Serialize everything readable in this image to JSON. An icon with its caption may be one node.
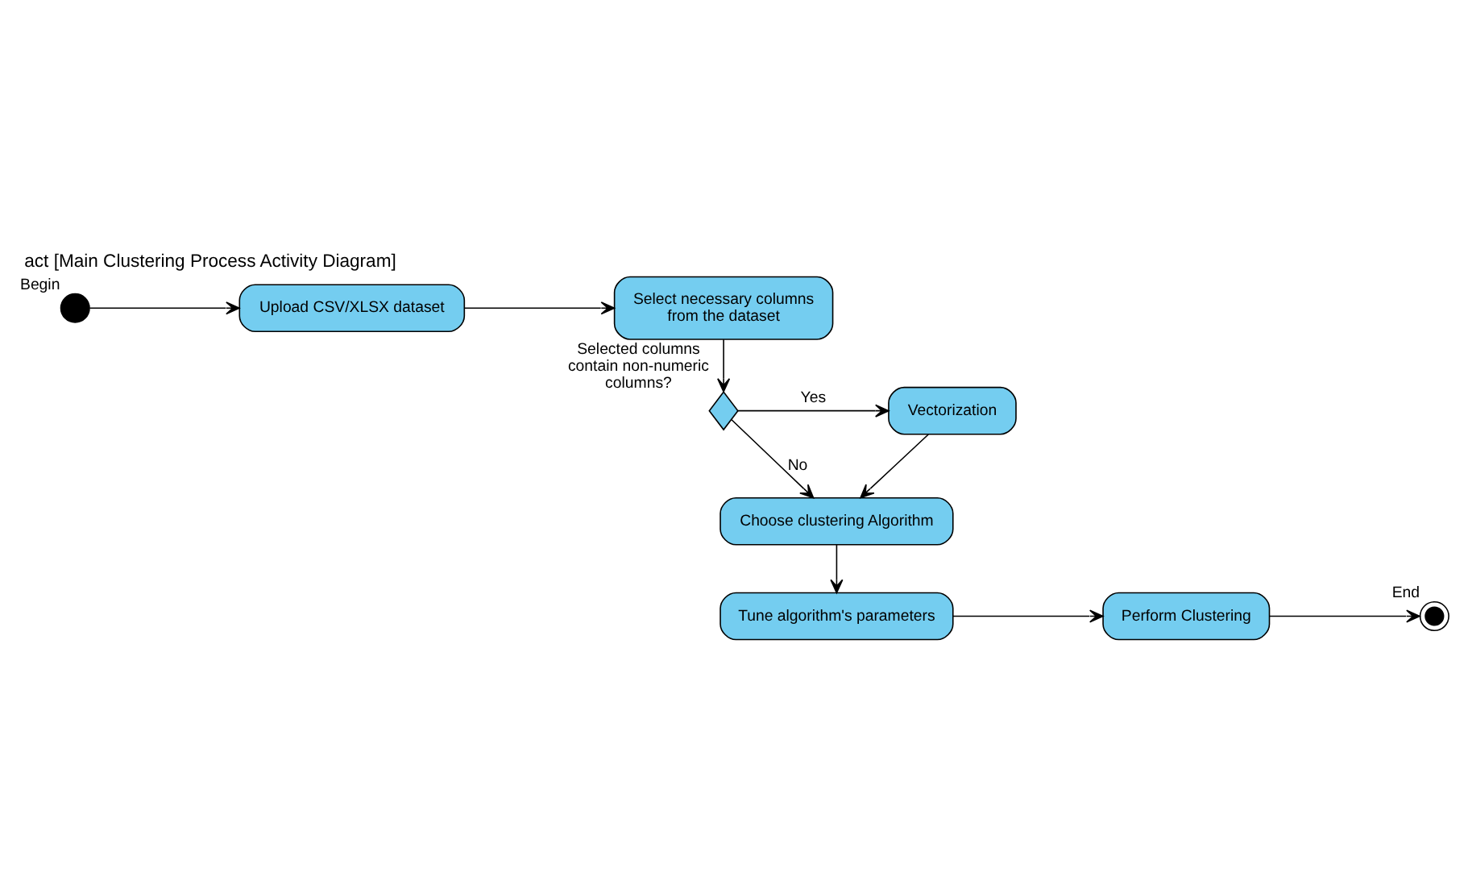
{
  "diagram": {
    "title": "act [Main Clustering Process Activity Diagram]",
    "nodes": [
      {
        "text": [],
        "shape": "circle",
        "beside": [
          "Begin"
        ]
      },
      {
        "text": [
          "Upload CSV/XLSX dataset"
        ]
      },
      {
        "text": [
          "Select necessary columns from the dataset"
        ]
      },
      {
        "text": [],
        "shape": "diamond",
        "beside": [
          "Selected columns contain non-numeric columns?"
        ]
      },
      {
        "text": [
          "Vectorization"
        ]
      },
      {
        "text": [
          "Choose clustering Algorithm"
        ]
      },
      {
        "text": [
          "Tune algorithm's parameters"
        ]
      },
      {
        "text": [
          "Perform Clustering"
        ]
      },
      {
        "text": [],
        "shape": "bullseye",
        "beside": [
          "End"
        ]
      }
    ],
    "edges": [
      {
        "from": 0,
        "to": 1,
        "arrow": "to"
      },
      {
        "from": 1,
        "to": 2,
        "arrow": "to"
      },
      {
        "from": 2,
        "to": 3,
        "arrow": "to"
      },
      {
        "from": 3,
        "to": 4,
        "arrow": "to",
        "label": "Yes"
      },
      {
        "from": 3,
        "to": 5,
        "arrow": "to",
        "label": "No"
      },
      {
        "from": 4,
        "to": 5,
        "arrow": "to"
      },
      {
        "from": 5,
        "to": 6,
        "arrow": "to"
      },
      {
        "from": 6,
        "to": 7,
        "arrow": "to"
      },
      {
        "from": 7,
        "to": 8,
        "arrow": "to"
      }
    ]
  }
}
